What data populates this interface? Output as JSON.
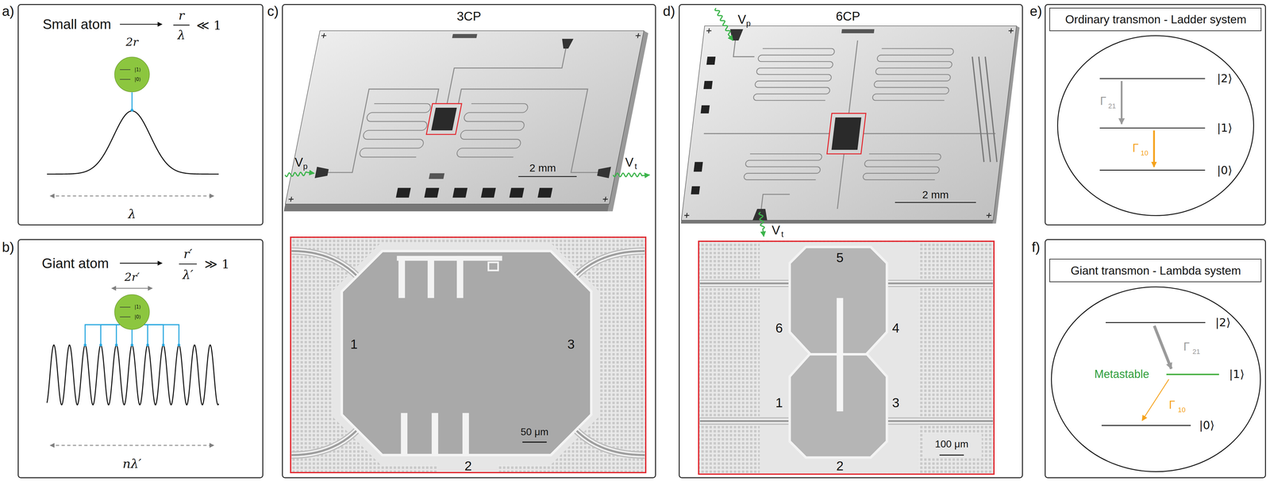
{
  "diagram": {
    "nodes": [
      {
        "text": [
          "a)",
          "Small atom",
          "r",
          "λ",
          "≪ 1",
          "2r",
          "λ"
        ]
      },
      {
        "text": [
          "|1⟩",
          "|0⟩"
        ],
        "in": 0
      },
      {
        "text": [
          "b)",
          "Giant atom",
          "r′",
          "λ′",
          "≫ 1",
          "2r′",
          "nλ′"
        ]
      },
      {
        "text": [
          "|1⟩",
          "|0⟩"
        ],
        "in": 2
      },
      {
        "text": [
          "c)",
          "3CP",
          "V",
          "p",
          "V",
          "t",
          "2 mm"
        ]
      },
      {
        "text": [
          "1",
          "3",
          "50 μm",
          "2"
        ],
        "in": 4
      },
      {
        "text": [
          "d)",
          "6CP",
          "V",
          "p",
          "2 mm",
          "V",
          "t"
        ]
      },
      {
        "text": [
          "5",
          "6",
          "4",
          "1",
          "3",
          "100 μm",
          "2"
        ],
        "in": 6
      },
      {
        "text": [
          "e)",
          "Ordinary transmon - Ladder system"
        ]
      },
      {
        "text": [
          "|2⟩",
          "Γ",
          "21",
          "|1⟩",
          "Γ",
          "10",
          "|0⟩"
        ],
        "in": 8
      },
      {
        "text": [
          "f)",
          "Giant transmon - Lambda system"
        ]
      },
      {
        "text": [
          "|2⟩",
          "Γ",
          "21",
          "Metastable",
          "|1⟩",
          "Γ",
          "10",
          "|0⟩"
        ],
        "in": 10
      }
    ]
  }
}
